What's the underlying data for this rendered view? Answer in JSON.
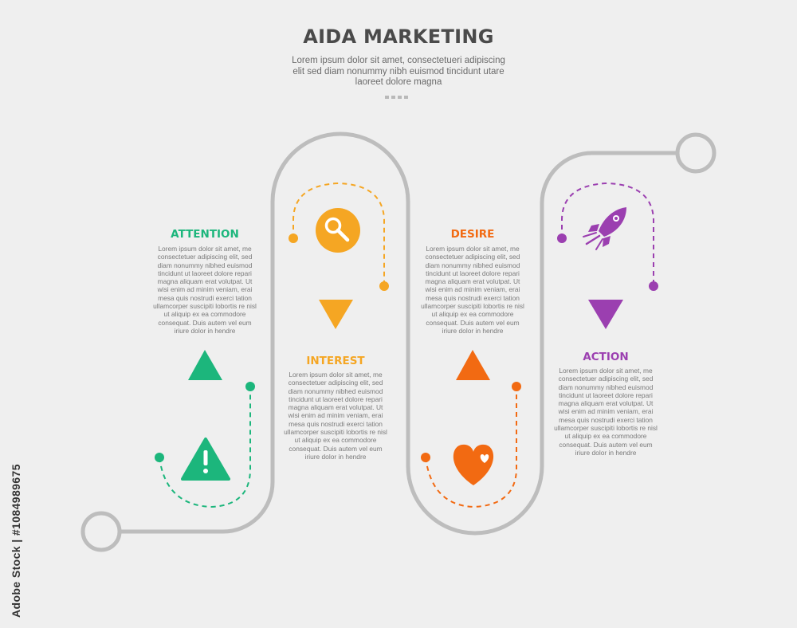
{
  "header": {
    "title": "AIDA MARKETING",
    "subtitle": "Lorem ipsum dolor sit amet, consectetueri adipiscing elit sed diam nonummy nibh euismod tincidunt utare laoreet dolore magna"
  },
  "steps": [
    {
      "title": "ATTENTION",
      "color": "#1cb67c",
      "icon": "warning-icon",
      "body": "Lorem ipsum dolor sit amet, me consectetuer adipiscing elit, sed diam nonummy nibhed euismod tincidunt ut laoreet dolore repari magna aliquam erat volutpat. Ut wisi enim ad minim veniam, erai mesa quis nostrudi exerci tation ullamcorper suscipiti lobortis re nisl ut aliquip ex ea commodore consequat. Duis autem vel eum iriure dolor in hendre"
    },
    {
      "title": "INTEREST",
      "color": "#f5a623",
      "icon": "search-icon",
      "body": "Lorem ipsum dolor sit amet, me consectetuer adipiscing elit, sed diam nonummy nibhed euismod tincidunt ut laoreet dolore repari magna aliquam erat volutpat. Ut wisi enim ad minim veniam, erai mesa quis nostrudi exerci tation ullamcorper suscipiti lobortis re nisl ut aliquip ex ea commodore consequat. Duis autem vel eum iriure dolor in hendre"
    },
    {
      "title": "DESIRE",
      "color": "#f26a12",
      "icon": "heart-icon",
      "body": "Lorem ipsum dolor sit amet, me consectetuer adipiscing elit, sed diam nonummy nibhed euismod tincidunt ut laoreet dolore repari magna aliquam erat volutpat. Ut wisi enim ad minim veniam, erai mesa quis nostrudi exerci tation ullamcorper suscipiti lobortis re nisl ut aliquip ex ea commodore consequat. Duis autem vel eum iriure dolor in hendre"
    },
    {
      "title": "ACTION",
      "color": "#9b3fb0",
      "icon": "rocket-icon",
      "body": "Lorem ipsum dolor sit amet, me consectetuer adipiscing elit, sed diam nonummy nibhed euismod tincidunt ut laoreet dolore repari magna aliquam erat volutpat. Ut wisi enim ad minim veniam, erai mesa quis nostrudi exerci tation ullamcorper suscipiti lobortis re nisl ut aliquip ex ea commodore consequat. Duis autem vel eum iriure dolor in hendre"
    }
  ],
  "path_color": "#bdbdbd",
  "side_credit": "Adobe Stock | #1084989675"
}
